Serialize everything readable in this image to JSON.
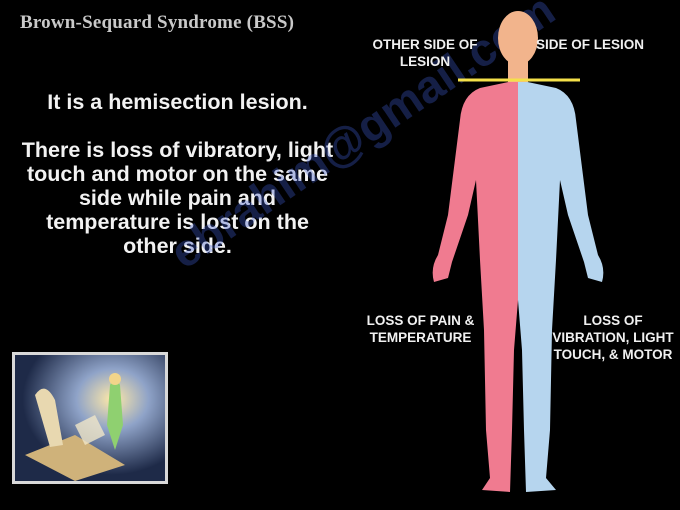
{
  "slide": {
    "title": "Brown-Sequard Syndrome (BSS)",
    "paragraph1": "It is a hemisection lesion.",
    "paragraph2": "There is loss of vibratory, light touch and motor on the same side while pain and temperature is lost on the other side."
  },
  "figure": {
    "top_left_label": "OTHER SIDE OF LESION",
    "top_right_label": "SIDE OF LESION",
    "bottom_left_label": "LOSS OF PAIN & TEMPERATURE",
    "bottom_right_label": "LOSS OF VIBRATION, LIGHT TOUCH, & MOTOR"
  },
  "watermark": "ebrahim@gmail.com",
  "colors": {
    "background": "#000000",
    "left_half": "#f07b90",
    "right_half": "#b6d5ee",
    "head": "#f2b48c",
    "lesion_line": "#f5e14a"
  }
}
